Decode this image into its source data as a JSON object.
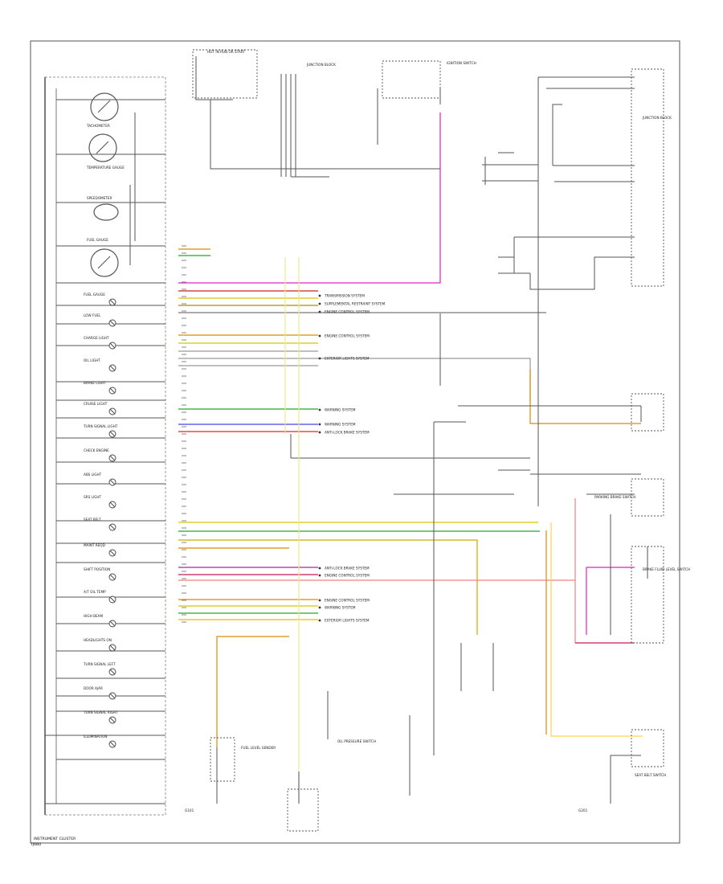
{
  "footer_label": "INSTRUMENT CLUSTER",
  "page_code": "TJ6B0",
  "cluster": {
    "gauges": [
      "TACHOMETER",
      "TEMPERATURE GAUGE",
      "SPEEDOMETER",
      "FUEL GAUGE"
    ],
    "indicators": [
      "FUEL GAUGE",
      "LOW FUEL",
      "CHARGE LIGHT",
      "OIL LIGHT",
      "BRAKE LIGHT",
      "CRUISE LIGHT",
      "TURN SIGNAL LIGHT",
      "CHECK ENGINE",
      "ABS LIGHT",
      "SRS LIGHT",
      "SEAT BELT",
      "MAINT REQD",
      "SHIFT POSITION",
      "A/T OIL TEMP",
      "HIGH BEAM",
      "HEADLIGHTS ON",
      "TURN SIGNAL LEFT",
      "DOOR AJAR",
      "TURN SIGNAL RIGHT",
      "ILLUMINATION"
    ]
  },
  "systems": [
    "TRANSMISSION SYSTEM",
    "SUPPLEMENTAL RESTRAINT SYSTEM",
    "ENGINE CONTROL SYSTEM",
    "ENGINE CONTROL SYSTEM",
    "EXTERIOR LIGHTS SYSTEM",
    "WARNING SYSTEM",
    "WARNING SYSTEM",
    "ANTI-LOCK BRAKE SYSTEM",
    "ANTI-LOCK BRAKE SYSTEM",
    "ENGINE CONTROL SYSTEM",
    "ENGINE CONTROL SYSTEM",
    "WARNING SYSTEM",
    "EXTERIOR LIGHTS SYSTEM"
  ],
  "components": {
    "top_fuse": "HOT IN RUN OR START",
    "junction_block": "JUNCTION BLOCK",
    "ignition_switch": "IGNITION SWITCH",
    "right_block": "JUNCTION BLOCK",
    "oil_switch": "OIL PRESSURE SWITCH",
    "fuel_sender": "FUEL LEVEL SENDER",
    "brake_fluid": "BRAKE FLUID LEVEL SWITCH",
    "parking_brake": "PARKING BRAKE SWITCH",
    "seat_belt": "SEAT BELT SWITCH",
    "ground_left": "G101",
    "ground_right": "G201"
  }
}
